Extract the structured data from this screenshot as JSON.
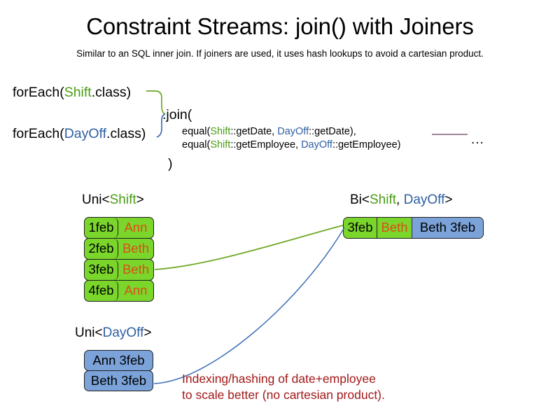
{
  "slide": {
    "title": "Constraint Streams: join() with Joiners",
    "subtitle": "Similar to an SQL inner join. If joiners are used, it uses hash lookups to avoid a cartesian product."
  },
  "code": {
    "forEach_shift": {
      "prefix": "forEach(",
      "type": "Shift",
      "suffix": ".class)"
    },
    "forEach_dayoff": {
      "prefix": "forEach(",
      "type": "DayOff",
      "suffix": ".class)"
    },
    "join_open": ".join(",
    "join_close": ")",
    "joiners": [
      {
        "call": "equal(",
        "left_type": "Shift",
        "left_method": "::getDate, ",
        "right_type": "DayOff",
        "right_method": "::getDate),"
      },
      {
        "call": "equal(",
        "left_type": "Shift",
        "left_method": "::getEmployee, ",
        "right_type": "DayOff",
        "right_method": "::getEmployee)"
      }
    ],
    "ellipsis": "..."
  },
  "streams": {
    "uni_shift": {
      "label_prefix": "Uni<",
      "label_type": "Shift",
      "label_suffix": ">",
      "columns": [
        "date",
        "employee"
      ],
      "rows": [
        {
          "date": "1feb",
          "employee": "Ann"
        },
        {
          "date": "2feb",
          "employee": "Beth"
        },
        {
          "date": "3feb",
          "employee": "Beth"
        },
        {
          "date": "4feb",
          "employee": "Ann"
        }
      ]
    },
    "uni_dayoff": {
      "label_prefix": "Uni<",
      "label_type": "DayOff",
      "label_suffix": ">",
      "rows": [
        {
          "text": "Ann 3feb"
        },
        {
          "text": "Beth 3feb"
        }
      ]
    },
    "bi": {
      "label_prefix": "Bi<",
      "label_type_a": "Shift",
      "label_separator": ", ",
      "label_type_b": "DayOff",
      "label_suffix": ">",
      "row": {
        "date": "3feb",
        "employee": "Beth",
        "dayoff": "Beth 3feb"
      }
    }
  },
  "annotation": {
    "line1": "Indexing/hashing of date+employee",
    "line2": "to scale better (no cartesian product)."
  },
  "colors": {
    "shift_green": "#4A9E13",
    "dayoff_blue": "#2E5FA3",
    "box_green_fill": "#7BD62C",
    "box_blue_fill": "#7BA3D9",
    "employee_orange": "#D94E16",
    "annotation_red": "#A21818",
    "connector_green": "#6FA824",
    "connector_blue": "#3D6FB5",
    "rule_purple": "#7A5F7A"
  }
}
